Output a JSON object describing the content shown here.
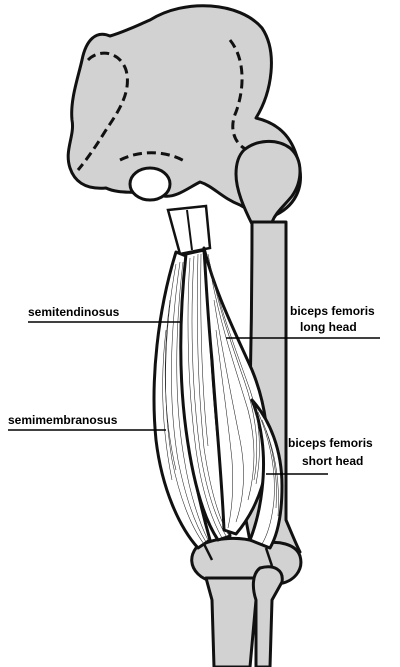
{
  "labels": {
    "semitendinosus": "semitendinosus",
    "semimembranosus": "semimembranosus",
    "biceps_long_line1": "biceps femoris",
    "biceps_long_line2": "long head",
    "biceps_short_line1": "biceps femoris",
    "biceps_short_line2": "short head"
  },
  "colors": {
    "bone": "#d2d2d2",
    "outline": "#111111",
    "muscle": "#ffffff",
    "background": "#ffffff"
  }
}
